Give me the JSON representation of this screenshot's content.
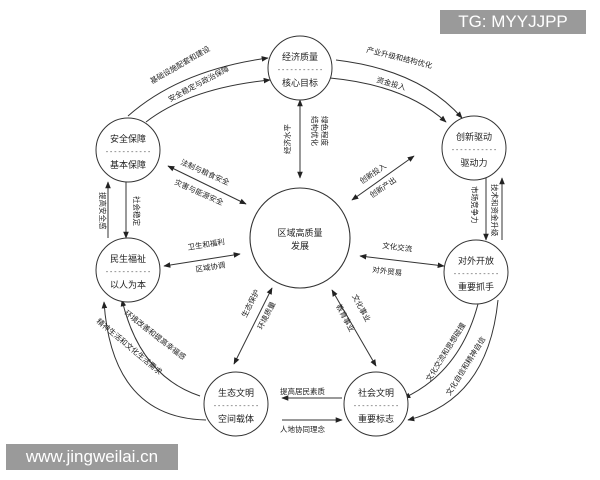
{
  "watermarks": {
    "top": "TG: MYYJJPP",
    "bottom": "www.jingweilai.cn"
  },
  "center": {
    "line1": "区域高质量",
    "line2": "发展"
  },
  "nodes": [
    {
      "id": "economy",
      "title": "经济质量",
      "dash": "-----------",
      "subtitle": "核心目标"
    },
    {
      "id": "innovation",
      "title": "创新驱动",
      "dash": "-----------",
      "subtitle": "驱动力"
    },
    {
      "id": "opening",
      "title": "对外开放",
      "dash": "-----------",
      "subtitle": "重要抓手"
    },
    {
      "id": "social",
      "title": "社会文明",
      "dash": "-----------",
      "subtitle": "重要标志"
    },
    {
      "id": "ecology",
      "title": "生态文明",
      "dash": "-----------",
      "subtitle": "空间载体"
    },
    {
      "id": "welfare",
      "title": "民生福祉",
      "dash": "-----------",
      "subtitle": "以人为本"
    },
    {
      "id": "security",
      "title": "安全保障",
      "dash": "-----------",
      "subtitle": "基本保障"
    }
  ],
  "spoke_labels": {
    "economy_a": "经济水平",
    "economy_b1": "结构优化",
    "economy_b2": "绿色程度",
    "innovation_a": "创新投入",
    "innovation_b": "创新产出",
    "opening_a": "文化交流",
    "opening_b": "对外贸易",
    "social_a": "文化事业",
    "social_b": "教育事业",
    "ecology_a": "生态保护",
    "ecology_b": "环境质量",
    "welfare_a": "卫生和福利",
    "welfare_b": "区域协调",
    "security_a": "法制与粮食安全",
    "security_b": "灾害与能源安全"
  },
  "ring_labels": {
    "economy_innovation_a": "产业升级和结构优化",
    "economy_innovation_b": "资金投入",
    "innovation_opening_a": "市场竞争力",
    "innovation_opening_b": "技术和资金升级",
    "opening_social_a": "文化交流和思想碰撞",
    "opening_social_b": "文化自信和精神自信",
    "social_ecology_a": "提高居民素质",
    "social_ecology_b": "人地协同理念",
    "ecology_welfare_a": "环境改善和提高幸福感",
    "ecology_welfare_b": "精神生活和文化生活需求",
    "welfare_security_a": "提高安全感",
    "welfare_security_b": "社会稳定",
    "security_economy_a": "基础设施配套和建设",
    "security_economy_b": "安全稳定与政治保障"
  }
}
